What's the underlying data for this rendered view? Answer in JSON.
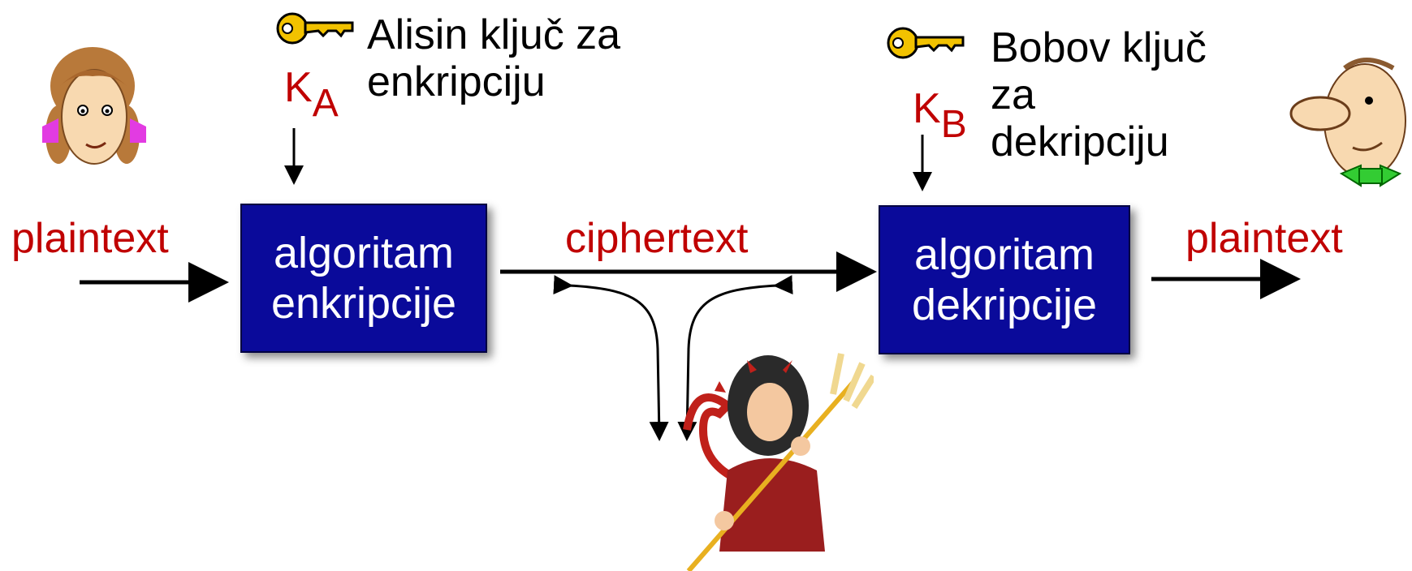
{
  "labels": {
    "plaintext_left": "plaintext",
    "plaintext_right": "plaintext",
    "ciphertext": "ciphertext"
  },
  "encryption_box": {
    "line1": "algoritam",
    "line2": "enkripcije"
  },
  "decryption_box": {
    "line1": "algoritam",
    "line2": "dekripcije"
  },
  "alice_key": {
    "symbol": "K",
    "subscript": "A",
    "caption_line1": "Alisin ključ za",
    "caption_line2": "enkripciju"
  },
  "bob_key": {
    "symbol": "K",
    "subscript": "B",
    "caption_line1": "Bobov ključ",
    "caption_line2": "za",
    "caption_line3": "dekripciju"
  },
  "colors": {
    "label_red": "#c00000",
    "box_blue": "#0a0a9a",
    "key_gold": "#f2c200"
  },
  "icons": [
    "alice-avatar",
    "bob-avatar",
    "trudy-avatar",
    "key-icon"
  ]
}
